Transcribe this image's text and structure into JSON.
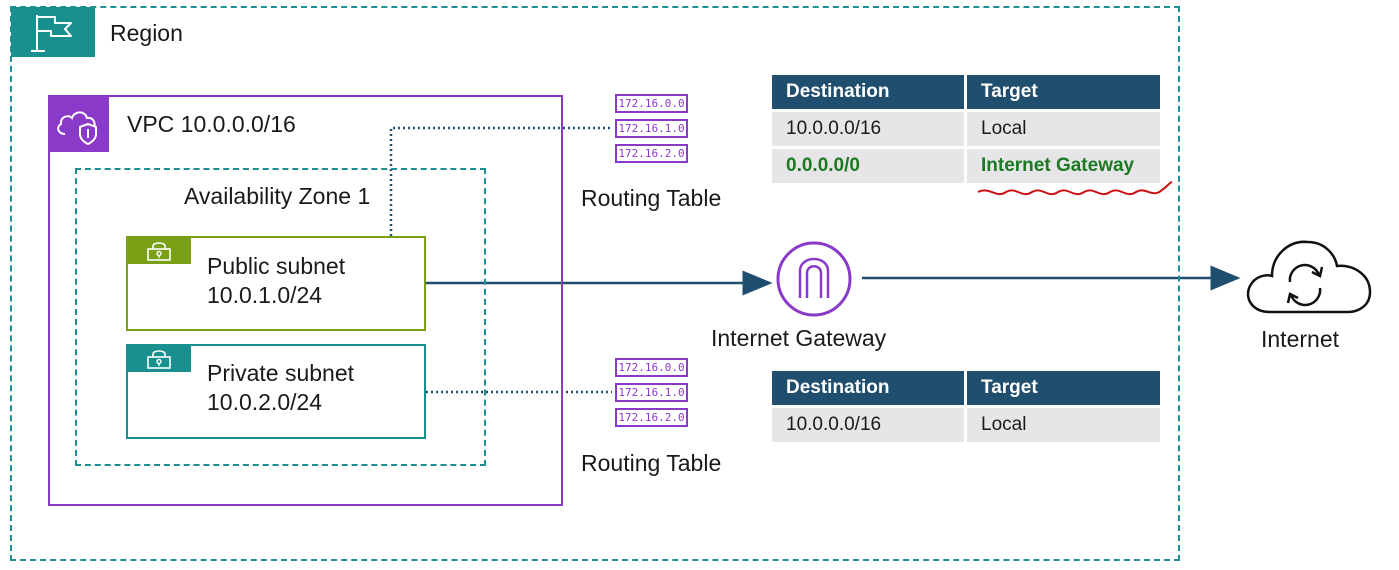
{
  "region": {
    "label": "Region",
    "icon": "region-flag-icon"
  },
  "vpc": {
    "label": "VPC 10.0.0.0/16",
    "icon": "vpc-cloud-shield-icon"
  },
  "availability_zone": {
    "label": "Availability Zone 1"
  },
  "public_subnet": {
    "line1": "Public subnet",
    "line2": "10.0.1.0/24",
    "icon": "lock-icon"
  },
  "private_subnet": {
    "line1": "Private subnet",
    "line2": "10.0.2.0/24",
    "icon": "lock-icon"
  },
  "routing_table_top": {
    "entries": [
      "172.16.0.0",
      "172.16.1.0",
      "172.16.2.0"
    ],
    "caption": "Routing Table"
  },
  "routing_table_bottom": {
    "entries": [
      "172.16.0.0",
      "172.16.1.0",
      "172.16.2.0"
    ],
    "caption": "Routing Table"
  },
  "route_table_public": {
    "headers": [
      "Destination",
      "Target"
    ],
    "rows": [
      [
        "10.0.0.0/16",
        "Local"
      ],
      [
        "0.0.0.0/0",
        "Internet Gateway"
      ]
    ],
    "highlight_color": "#1b7a22"
  },
  "route_table_private": {
    "headers": [
      "Destination",
      "Target"
    ],
    "rows": [
      [
        "10.0.0.0/16",
        "Local"
      ]
    ]
  },
  "internet_gateway": {
    "label": "Internet Gateway",
    "icon": "internet-gateway-icon"
  },
  "internet": {
    "label": "Internet",
    "icon": "cloud-sync-icon"
  },
  "colors": {
    "region": "#1e8f93",
    "vpc": "#8a3ac9",
    "public_subnet": "#7aa116",
    "private_subnet": "#1a8f8f",
    "arrow": "#1f4e6e",
    "table_header": "#1f4e6e",
    "annotation": "#cc1010"
  }
}
